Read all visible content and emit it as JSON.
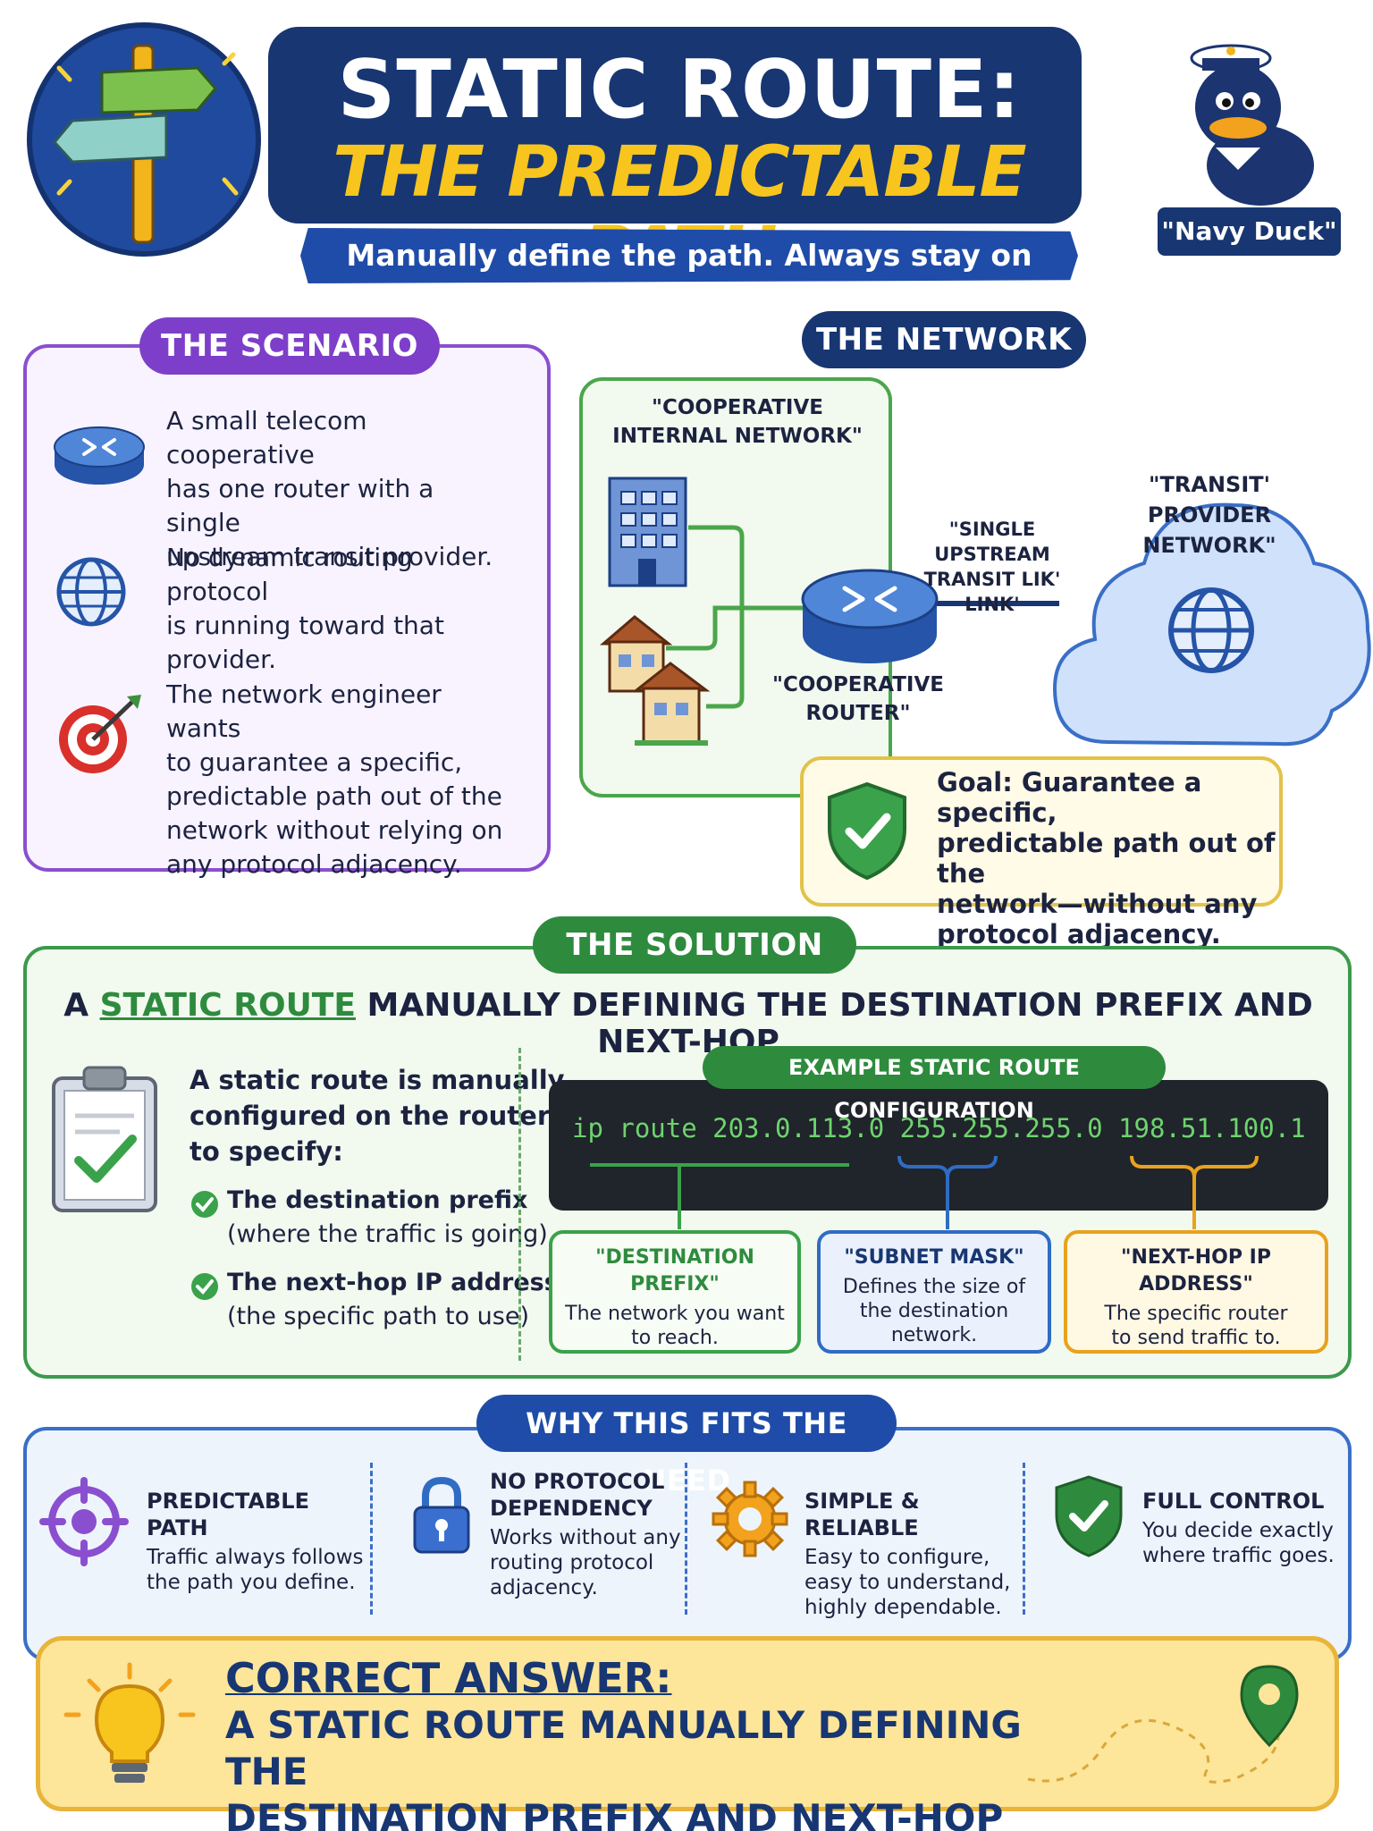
{
  "header": {
    "title_line1": "STATIC ROUTE:",
    "title_line2": "THE PREDICTABLE PATH",
    "tagline": "Manually define the path. Always stay on course.",
    "mascot_label": "\"Navy Duck\""
  },
  "scenario": {
    "title": "THE SCENARIO",
    "items": [
      {
        "icon": "router-icon",
        "text_lines": [
          "A small telecom cooperative",
          "has one router with a single",
          "upstream transit provider."
        ]
      },
      {
        "icon": "globe-icon",
        "text_lines": [
          "No dynamic routing protocol",
          "is running toward that",
          "provider."
        ]
      },
      {
        "icon": "target-icon",
        "text_lines": [
          "The network engineer wants",
          "to guarantee a specific,",
          "predictable path out of the",
          "network without relying on",
          "any protocol adjacency."
        ]
      }
    ]
  },
  "network": {
    "title": "THE NETWORK",
    "internal_label": [
      "\"COOPERATIVE",
      "INTERNAL NETWORK\""
    ],
    "router_label": [
      "\"COOPERATIVE",
      "ROUTER\""
    ],
    "link_label": [
      "\"SINGLE UPSTREAM",
      "TRANSIT LIK'",
      "LINK'"
    ],
    "transit_label": [
      "\"TRANSIT'",
      "PROVIDER",
      "NETWORK\""
    ],
    "goal_lines": [
      "Goal: Guarantee a specific,",
      "predictable path out of the",
      "network—without any",
      "protocol adjacency."
    ]
  },
  "solution": {
    "title": "THE SOLUTION",
    "heading_prefix": "A ",
    "heading_highlight": "STATIC ROUTE",
    "heading_suffix": " MANUALLY DEFINING THE DESTINATION PREFIX AND NEXT-HOP",
    "intro_lines": [
      "A static route is manually",
      "configured on the router",
      "to specify:"
    ],
    "points": [
      {
        "label": "The destination prefix",
        "detail": "(where the traffic is going)"
      },
      {
        "label": "The next-hop IP address",
        "detail": "(the specific path to use)"
      }
    ],
    "config_title": "EXAMPLE STATIC ROUTE CONFIGURATION",
    "command": "ip route 203.0.113.0 255.255.255.0 198.51.100.1",
    "callouts": [
      {
        "title": "\"DESTINATION PREFIX\"",
        "desc_lines": [
          "The network you want",
          "to reach."
        ],
        "color": "#2e8b3e"
      },
      {
        "title": "\"SUBNET MASK\"",
        "desc_lines": [
          "Defines the size of",
          "the destination",
          "network."
        ],
        "color": "#2f6cc4"
      },
      {
        "title": "\"NEXT-HOP IP ADDRESS\"",
        "desc_lines": [
          "The specific router",
          "to send traffic to."
        ],
        "color": "#e8a21e"
      }
    ]
  },
  "why": {
    "title": "WHY THIS FITS THE NEED",
    "items": [
      {
        "icon": "crosshair-icon",
        "title_lines": [
          "PREDICTABLE PATH"
        ],
        "desc_lines": [
          "Traffic always follows",
          "the path you define."
        ]
      },
      {
        "icon": "lock-icon",
        "title_lines": [
          "NO PROTOCOL",
          "DEPENDENCY"
        ],
        "desc_lines": [
          "Works without any",
          "routing protocol",
          "adjacency."
        ]
      },
      {
        "icon": "gear-icon",
        "title_lines": [
          "SIMPLE & RELIABLE"
        ],
        "desc_lines": [
          "Easy to configure,",
          "easy to understand,",
          "highly dependable."
        ]
      },
      {
        "icon": "shield-check-icon",
        "title_lines": [
          "FULL CONTROL"
        ],
        "desc_lines": [
          "You decide exactly",
          "where traffic goes."
        ]
      }
    ]
  },
  "answer": {
    "label": "CORRECT ANSWER:",
    "lines": [
      "A STATIC ROUTE MANUALLY DEFINING THE",
      "DESTINATION PREFIX AND NEXT-HOP"
    ]
  },
  "colors": {
    "navy": "#173672",
    "gold": "#f7c51e",
    "purple": "#8a4fcf",
    "green": "#2e8b3e",
    "blue": "#3a6fc7",
    "answer_bg": "#fde59a"
  }
}
